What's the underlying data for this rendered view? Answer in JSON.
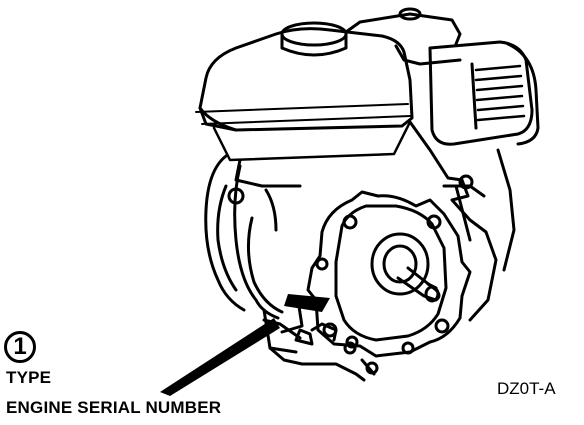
{
  "callout": {
    "number": "1",
    "type_label": "TYPE",
    "serial_label": "ENGINE SERIAL NUMBER"
  },
  "figure_code": "DZ0T-A",
  "colors": {
    "line": "#000000",
    "background": "#ffffff"
  },
  "icons": {
    "engine": "engine-line-drawing",
    "pointer": "callout-arrow"
  }
}
